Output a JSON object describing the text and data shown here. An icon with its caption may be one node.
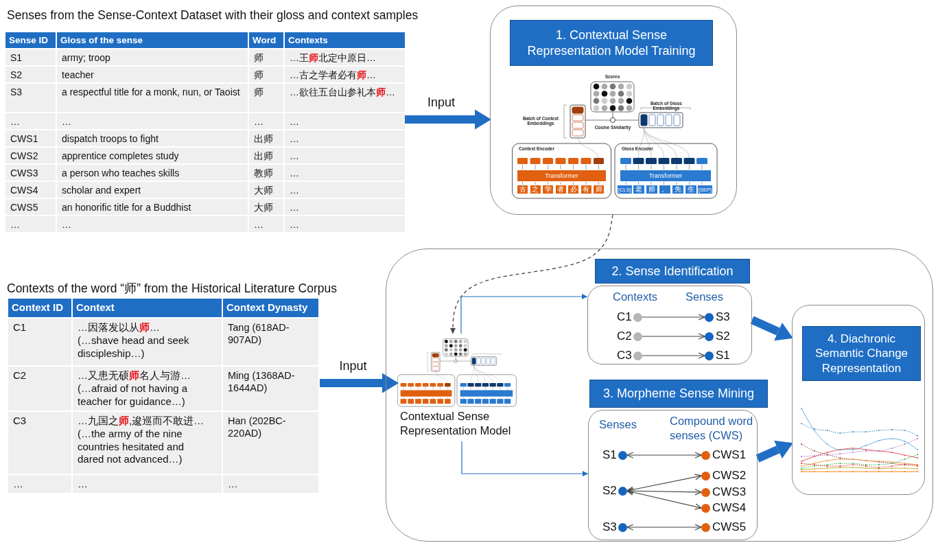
{
  "diagram": {
    "nodes": [
      {
        "text": [
          "Senses from the Sense-Context Dataset with their gloss and context samples",
          "Sense ID",
          "Gloss of the sense",
          "Word",
          "Contexts",
          "S1",
          "army; troop",
          "师",
          "…王**师**北定中原日…",
          "S2",
          "teacher",
          "师",
          "…古之学者必有**师**…",
          "S3",
          "a respectful title for a monk, nun, or Taoist",
          "师",
          "…欲往五台山参礼本**师**…",
          "…",
          "…",
          "…",
          "…",
          "CWS1",
          "dispatch troops to fight",
          "出师",
          "…",
          "CWS2",
          "apprentice completes study",
          "出师",
          "…",
          "CWS3",
          "a person who teaches skills",
          "教师",
          "…",
          "CWS4",
          "scholar and expert",
          "大师",
          "…",
          "CWS5",
          "an honorific title for a Buddhist",
          "大师",
          "…",
          "…",
          "…",
          "…",
          "…"
        ]
      },
      {
        "text": [
          "Contexts of the word “师” from the Historical Literature Corpus",
          "Context ID",
          "Context",
          "Context Dynasty",
          "C1",
          "…因落发以从**师**…",
          "(…shave head and seek discipleship…)",
          "Tang (618AD-907AD)",
          "C2",
          "…又患无硕**师**名人与游…",
          "(…afraid of not having a teacher for guidance…)",
          "Ming (1368AD-1644AD)",
          "C3",
          "…九国之**师**,逡巡而不敢进…",
          "(…the army of the nine countries hesitated and dared not advanced…)",
          "Han (202BC-220AD)",
          "…",
          "…",
          "…"
        ]
      },
      {
        "text": [],
        "shape": "box"
      },
      {
        "text": [
          "1. Contextual Sense Representation Model Training"
        ],
        "in": 2
      },
      {
        "text": [],
        "shape": "picture",
        "in": 2
      },
      {
        "text": [],
        "shape": "box"
      },
      {
        "text": [],
        "shape": "picture",
        "in": 5,
        "beside": [
          "Contextual Sense Representation Model"
        ]
      },
      {
        "text": [
          "2. Sense Identification"
        ],
        "in": 5
      },
      {
        "text": [
          "Contexts",
          "Senses"
        ],
        "in": 5
      },
      {
        "text": [
          "C1"
        ],
        "in": 8
      },
      {
        "text": [
          "C2"
        ],
        "in": 8
      },
      {
        "text": [
          "C3"
        ],
        "in": 8
      },
      {
        "text": [
          "S3"
        ],
        "in": 8
      },
      {
        "text": [
          "S2"
        ],
        "in": 8
      },
      {
        "text": [
          "S1"
        ],
        "in": 8
      },
      {
        "text": [
          "3. Morpheme Sense Mining"
        ],
        "in": 5
      },
      {
        "text": [
          "Senses",
          "Compound word senses (CWS)"
        ],
        "in": 5
      },
      {
        "text": [
          "S1"
        ],
        "in": 16
      },
      {
        "text": [
          "S2"
        ],
        "in": 16
      },
      {
        "text": [
          "S3"
        ],
        "in": 16
      },
      {
        "text": [
          "CWS1"
        ],
        "in": 16
      },
      {
        "text": [
          "CWS2"
        ],
        "in": 16
      },
      {
        "text": [
          "CWS3"
        ],
        "in": 16
      },
      {
        "text": [
          "CWS4"
        ],
        "in": 16
      },
      {
        "text": [
          "CWS5"
        ],
        "in": 16
      },
      {
        "text": [],
        "shape": "box",
        "in": 5
      },
      {
        "text": [
          "4. Diachronic Semantic Change Representation"
        ],
        "in": 25
      },
      {
        "text": [],
        "shape": "picture",
        "in": 25
      }
    ],
    "edges": [
      {
        "from": 0,
        "to": 2,
        "arrow": "to",
        "label": "Input",
        "style": "thick",
        "color": "#1f6ec4"
      },
      {
        "from": 1,
        "to": 6,
        "arrow": "to",
        "label": "Input",
        "style": "thick",
        "color": "#1f6ec4"
      },
      {
        "from": 2,
        "to": 6,
        "arrow": "to",
        "style": "dashed"
      },
      {
        "from": 6,
        "to": 8,
        "arrow": "to",
        "color": "#1f6ec4"
      },
      {
        "from": 6,
        "to": 16,
        "arrow": "to",
        "color": "#1f6ec4"
      },
      {
        "from": 9,
        "to": 12,
        "arrow": "to"
      },
      {
        "from": 10,
        "to": 13,
        "arrow": "to"
      },
      {
        "from": 11,
        "to": 14,
        "arrow": "to"
      },
      {
        "from": 17,
        "to": 20,
        "arrow": "both"
      },
      {
        "from": 18,
        "to": 21,
        "arrow": "both"
      },
      {
        "from": 18,
        "to": 22,
        "arrow": "both"
      },
      {
        "from": 18,
        "to": 23,
        "arrow": "both"
      },
      {
        "from": 19,
        "to": 24,
        "arrow": "both"
      },
      {
        "from": 8,
        "to": 25,
        "arrow": "to",
        "style": "thick",
        "color": "#1f6ec4"
      },
      {
        "from": 16,
        "to": 25,
        "arrow": "to",
        "style": "thick",
        "color": "#1f6ec4"
      }
    ],
    "labels": [
      "Scores",
      "Batch of Context Embeddings",
      "Cosine Similarity",
      "Batch of Gloss Embeddings",
      "Context Encoder",
      "Transformer",
      "古",
      "之",
      "学",
      "者",
      "必",
      "有",
      "师",
      "Gloss Encoder",
      "Transformer",
      "[CLS]",
      "老",
      "师",
      "。",
      "先",
      "生",
      "[SEP]"
    ]
  }
}
